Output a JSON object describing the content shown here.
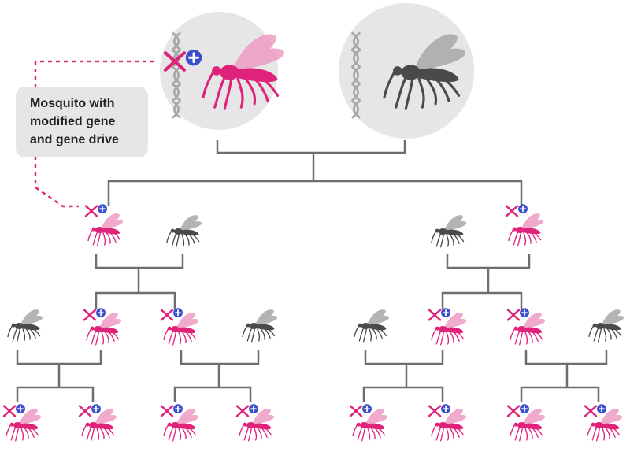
{
  "callout": {
    "lines": [
      "Mosquito with",
      "modified gene",
      "and gene drive"
    ]
  },
  "colors": {
    "modified": "#e0237a",
    "modified_wing": "#ee9cc2",
    "wild": "#4a4a4a",
    "wild_wing": "#a8a8a8",
    "plus_badge": "#3b4fd0",
    "line": "#6e6e6e",
    "circle_bg": "#e6e6e6",
    "callout_dash": "#e0237a"
  },
  "icons": {
    "modified_mosquito": "mosquito-modified-icon",
    "wild_mosquito": "mosquito-wild-icon",
    "gene_marker": "gene-drive-marker-icon",
    "dna": "dna-icon"
  },
  "parents": [
    {
      "type": "modified"
    },
    {
      "type": "wild"
    }
  ],
  "generation1": [
    {
      "type": "modified"
    },
    {
      "type": "wild"
    },
    {
      "type": "wild"
    },
    {
      "type": "modified"
    }
  ],
  "generation2": [
    {
      "type": "wild"
    },
    {
      "type": "modified"
    },
    {
      "type": "modified"
    },
    {
      "type": "wild"
    },
    {
      "type": "wild"
    },
    {
      "type": "modified"
    },
    {
      "type": "modified"
    },
    {
      "type": "wild"
    }
  ],
  "generation3": [
    {
      "type": "modified"
    },
    {
      "type": "modified"
    },
    {
      "type": "modified"
    },
    {
      "type": "modified"
    },
    {
      "type": "modified"
    },
    {
      "type": "modified"
    },
    {
      "type": "modified"
    },
    {
      "type": "modified"
    }
  ]
}
